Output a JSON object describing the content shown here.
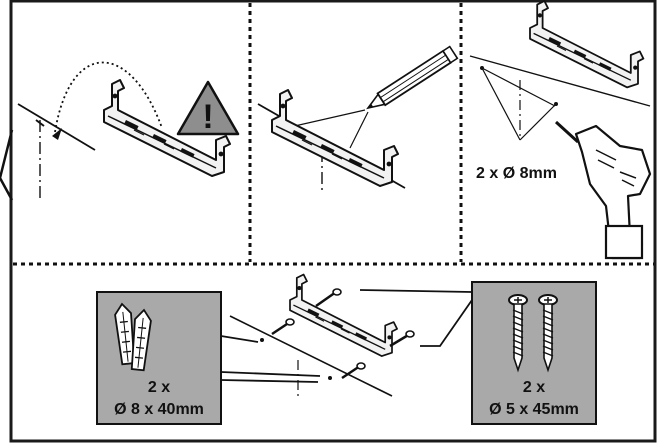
{
  "drill": {
    "label": "2 x Ø 8mm"
  },
  "plugs": {
    "count": "2 x",
    "size": "Ø 8 x 40mm"
  },
  "screws": {
    "count": "2 x",
    "size": "Ø 5 x 45mm"
  },
  "warning_symbol": "!",
  "colors": {
    "panel_gray": "#a9a9a9",
    "line": "#111111",
    "frame": "#1a1a1a"
  },
  "icons": [
    "warning-triangle-icon",
    "pencil-icon",
    "drill-icon",
    "wall-plug-icon",
    "screw-icon",
    "wall-bracket-icon"
  ]
}
